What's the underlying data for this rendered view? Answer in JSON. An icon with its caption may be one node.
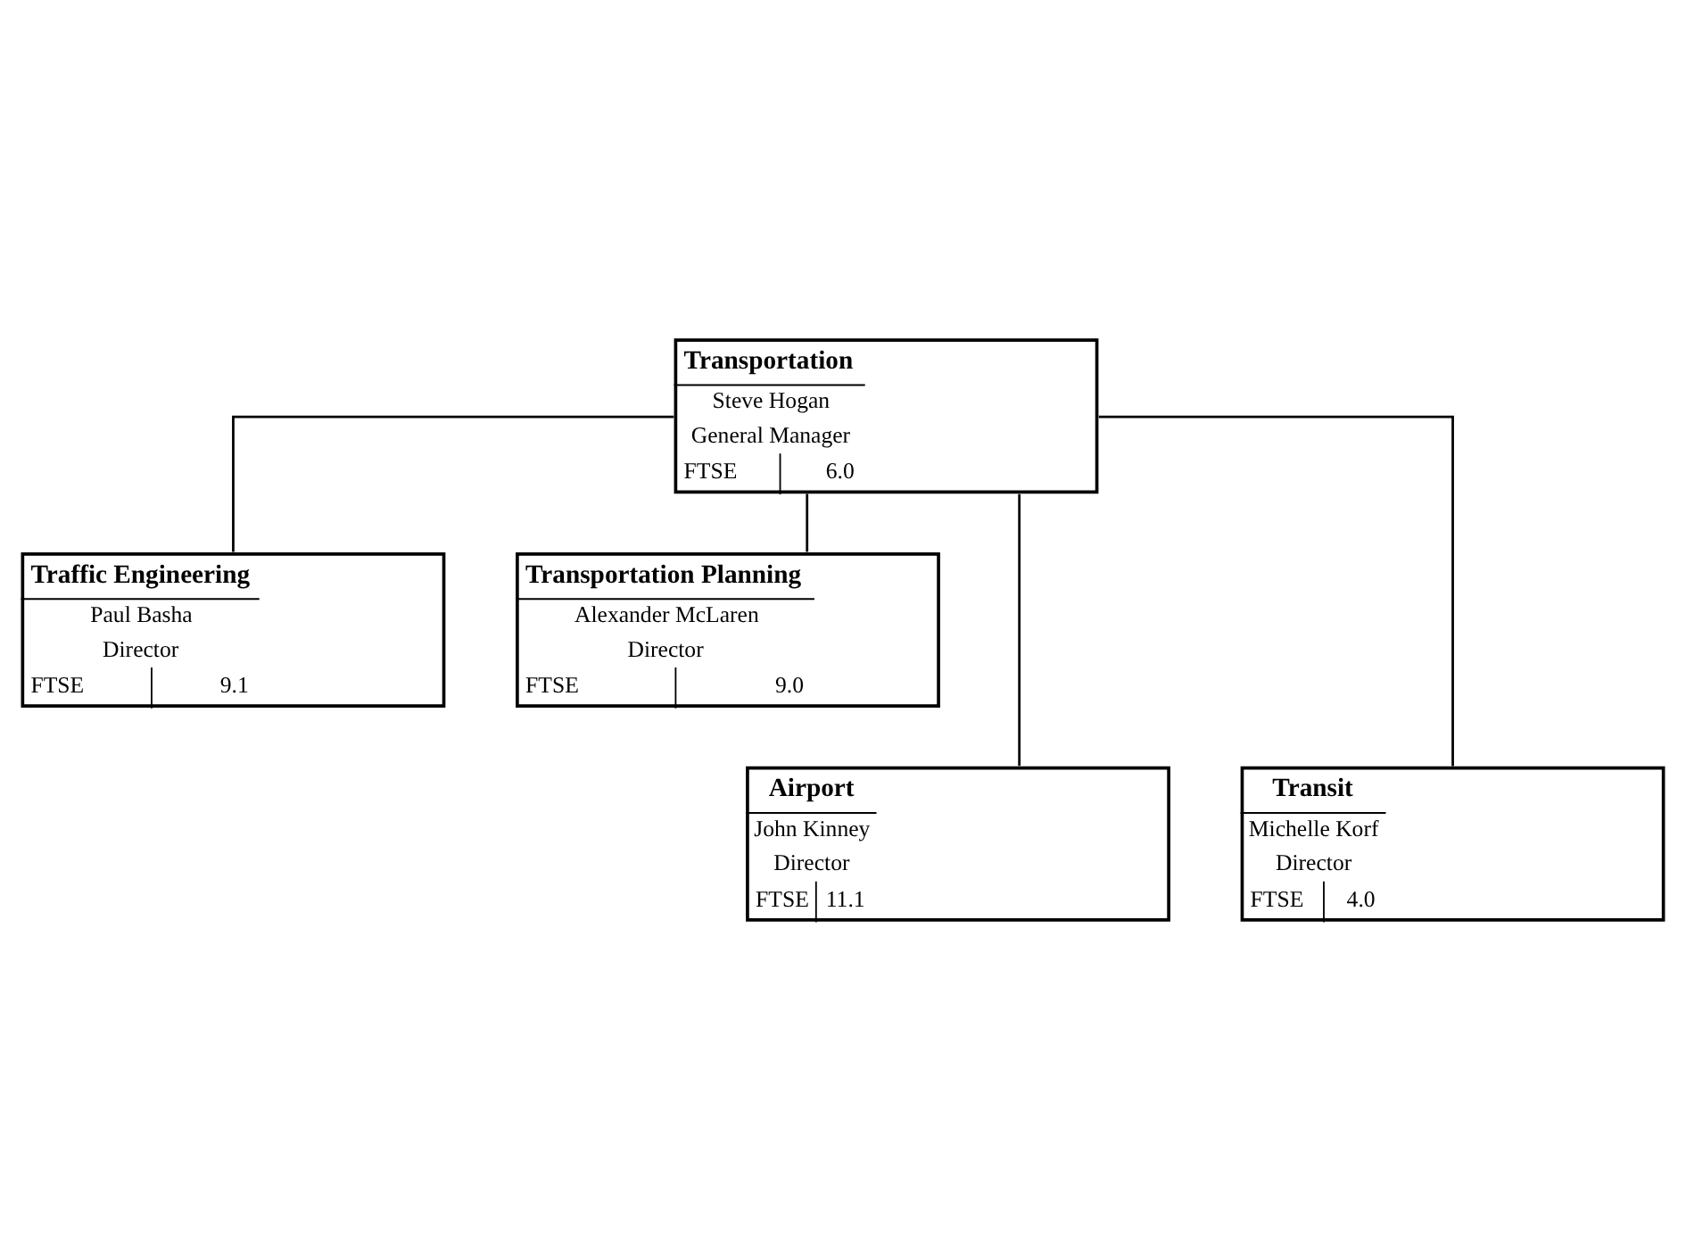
{
  "diagram": {
    "nodes": [
      {
        "text": [
          "Transportation",
          "Steve Hogan",
          "General Manager",
          "FTSE",
          "6.0"
        ]
      },
      {
        "text": [
          "Traffic Engineering",
          "Paul Basha",
          "Director",
          "FTSE",
          "9.1"
        ]
      },
      {
        "text": [
          "Transportation Planning",
          "Alexander McLaren",
          "Director",
          "FTSE",
          "9.0"
        ]
      },
      {
        "text": [
          "Airport",
          "John Kinney",
          "Director",
          "FTSE",
          "11.1"
        ]
      },
      {
        "text": [
          "Transit",
          "Michelle Korf",
          "Director",
          "FTSE",
          "4.0"
        ]
      }
    ],
    "edges": [
      {
        "from": 0,
        "to": 1,
        "arrow": "none"
      },
      {
        "from": 0,
        "to": 2,
        "arrow": "none"
      },
      {
        "from": 0,
        "to": 3,
        "arrow": "none"
      },
      {
        "from": 0,
        "to": 4,
        "arrow": "none"
      }
    ]
  }
}
